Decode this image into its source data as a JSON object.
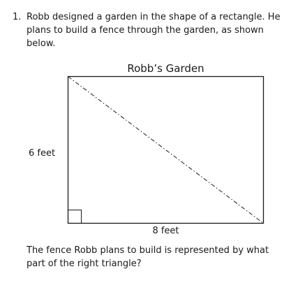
{
  "question": {
    "number": "1.",
    "stem": "Robb designed a garden in the shape of a rectangle. He plans to build a fence through the garden, as shown below.",
    "prompt": "The fence Robb plans to build is represented by what part of the right triangle?"
  },
  "figure": {
    "title": "Robb’s Garden",
    "height_label": "6 feet",
    "width_label": "8 feet",
    "right_angle_marker": "bottom-left",
    "fence": "diagonal from top-left to bottom-right, dash-dot line"
  }
}
